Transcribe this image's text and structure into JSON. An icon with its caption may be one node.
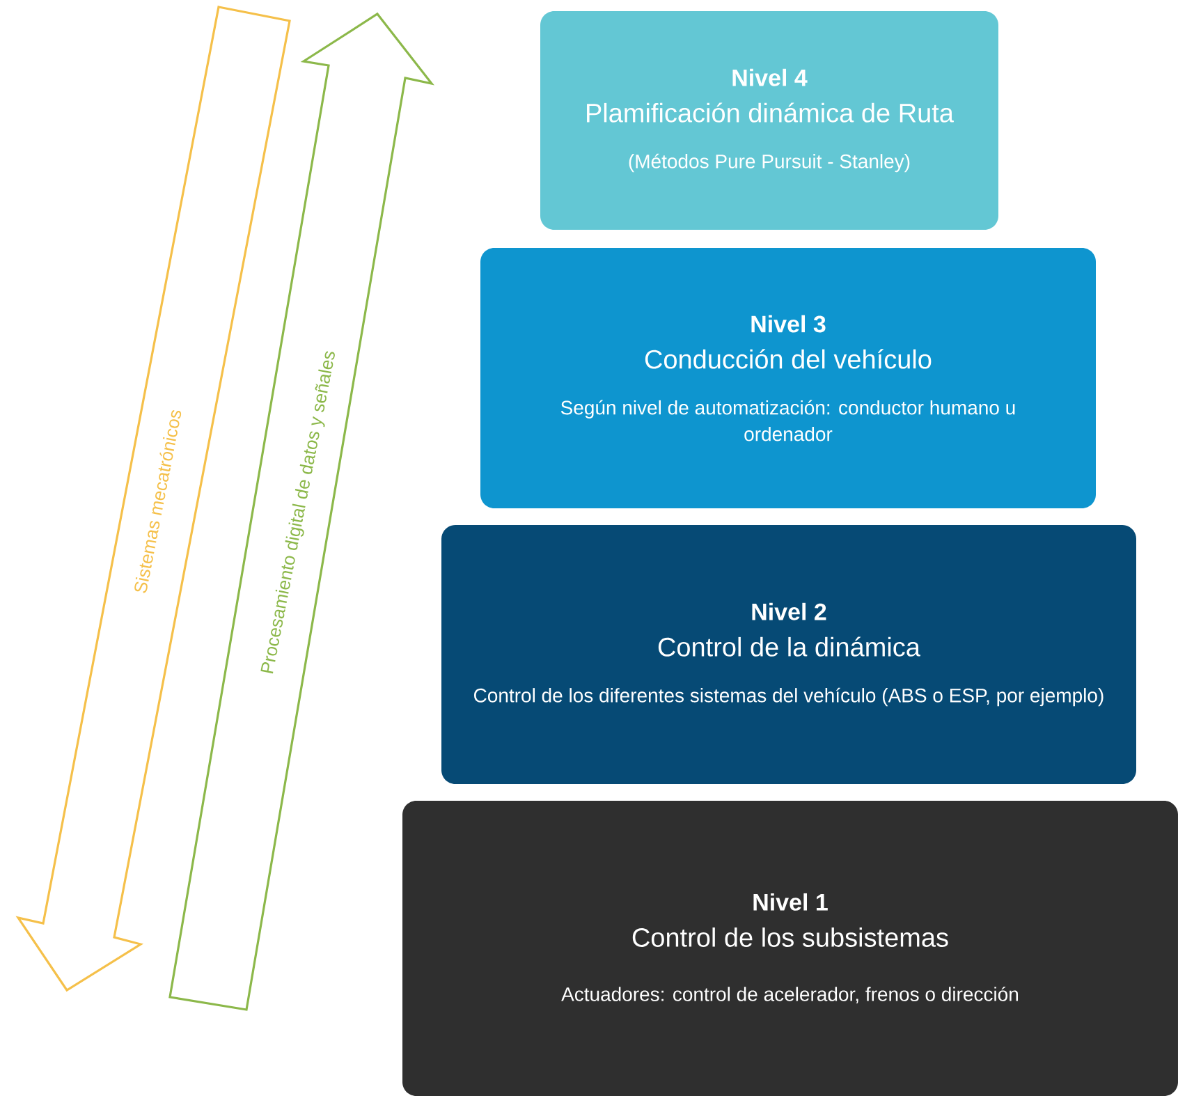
{
  "diagram": {
    "nodes": [
      {
        "text": [
          "Nivel 4",
          "Plamificación dinámica de Ruta",
          "(Métodos Pure Pursuit - Stanley)"
        ]
      },
      {
        "text": [
          "Nivel 3",
          "Conducción del vehículo",
          "Según nivel de automatización: conductor humano u ordenador"
        ]
      },
      {
        "text": [
          "Nivel 2",
          "Control de la dinámica",
          "Control de los diferentes sistemas del vehículo (ABS o ESP, por ejemplo)"
        ]
      },
      {
        "text": [
          "Nivel 1",
          "Control de los subsistemas",
          "Actuadores: control de acelerador, frenos o dirección"
        ]
      }
    ],
    "labels": [
      "Sistemas mecatrónicos",
      "Procesamiento digital de datos y señales"
    ]
  }
}
